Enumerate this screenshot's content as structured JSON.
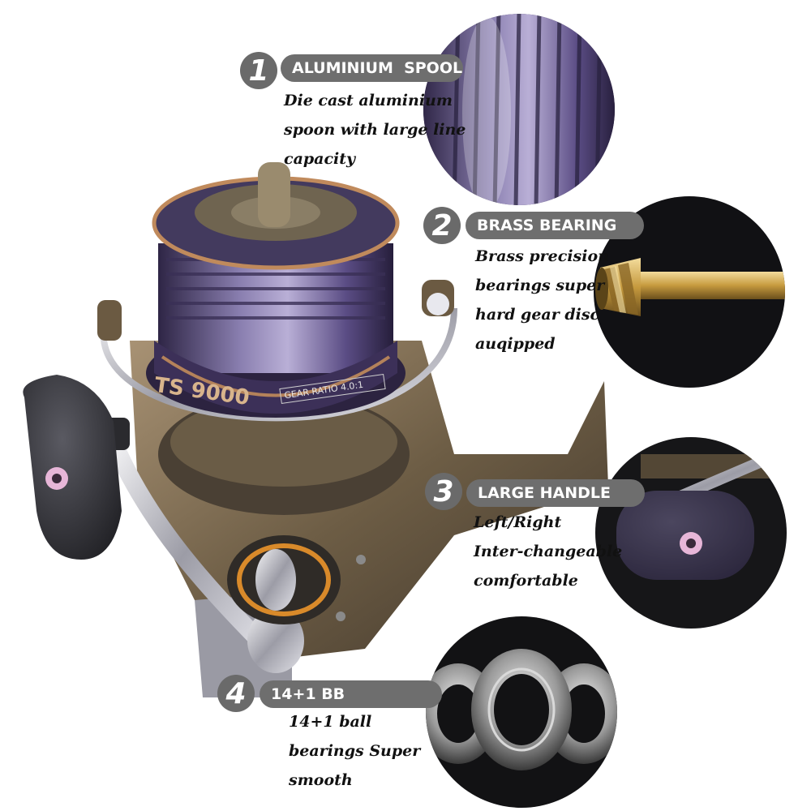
{
  "features": [
    {
      "number": "1",
      "title": "ALUMINIUM  SPOOL",
      "lines": [
        "Die cast aluminium",
        "spoon with large line",
        "capacity"
      ]
    },
    {
      "number": "2",
      "title": "BRASS BEARING",
      "lines": [
        "Brass precision",
        "bearings super",
        "hard gear disc",
        "auqipped"
      ]
    },
    {
      "number": "3",
      "title": "LARGE HANDLE",
      "lines": [
        "Left/Right",
        "Inter-changeable",
        "comfortable"
      ]
    },
    {
      "number": "4",
      "title": "14+1 BB",
      "lines": [
        "14+1 ball",
        "bearings Super",
        "smooth"
      ]
    }
  ],
  "reel": {
    "model_text": "TS 9000",
    "gear_label": "GEAR RATIO 4.0:1"
  },
  "colors": {
    "badge_gray": "#6a6a6a",
    "spool_purple": "#4b3f6e",
    "body_bronze": "#7a6a50",
    "brass": "#c9a24a"
  }
}
